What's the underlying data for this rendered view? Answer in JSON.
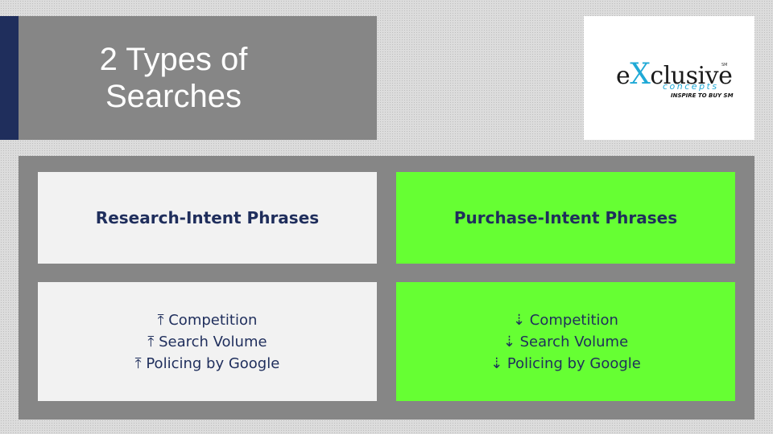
{
  "slide": {
    "title_line1": "2 Types of",
    "title_line2": "Searches"
  },
  "logo": {
    "pre": "e",
    "x": "X",
    "post": "clusive",
    "sm": "SM",
    "sub": "concepts",
    "tagline": "INSPIRE TO BUY SM"
  },
  "research": {
    "heading": "Research-Intent Phrases",
    "items": [
      "⤒ Competition",
      "⤒ Search Volume",
      "⤒ Policing by Google"
    ]
  },
  "purchase": {
    "heading": "Purchase-Intent Phrases",
    "items": [
      "⇣ Competition",
      "⇣ Search Volume",
      "⇣ Policing by Google"
    ]
  },
  "colors": {
    "accent": "#1f2e5c",
    "title_bg": "#868686",
    "research_bg": "#f2f2f2",
    "purchase_bg": "#66ff33",
    "text": "#1f2e5c",
    "logo_blue": "#1fa9d6"
  }
}
